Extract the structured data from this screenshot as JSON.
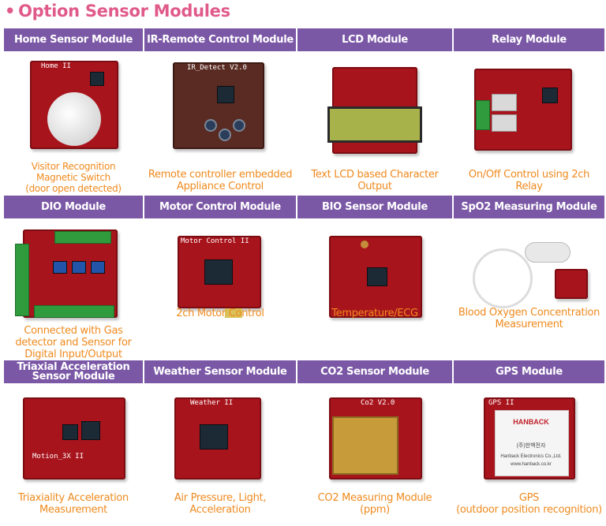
{
  "title": "Option Sensor Modules",
  "title_bullet": "•",
  "modules": [
    {
      "name": "Home Sensor Module",
      "caption": [
        "Visitor Recognition",
        "Magnetic Switch",
        "(door open detected)"
      ],
      "board_text": "Home II"
    },
    {
      "name": "IR-Remote Control Module",
      "caption": [
        "Remote controller embedded",
        "Appliance Control"
      ],
      "board_text": "IR_Detect V2.0"
    },
    {
      "name": "LCD Module",
      "caption": [
        "Text LCD based Character",
        "Output"
      ],
      "board_text": ""
    },
    {
      "name": "Relay Module",
      "caption": [
        "On/Off Control using 2ch",
        "Relay"
      ],
      "board_text": ""
    },
    {
      "name": "DIO Module",
      "caption": [
        "Connected with Gas",
        "detector and Sensor for",
        "Digital Input/Output"
      ],
      "board_text": ""
    },
    {
      "name": "Motor Control Module",
      "caption": [
        "2ch Motor Control"
      ],
      "board_text": "Motor Control II"
    },
    {
      "name": "BIO Sensor Module",
      "caption": [
        "Temperature/ECG"
      ],
      "board_text": ""
    },
    {
      "name": "SpO2 Measuring Module",
      "caption": [
        "Blood Oxygen Concentration",
        "Measurement"
      ],
      "board_text": ""
    },
    {
      "name": "Triaxial Acceleration Sensor Module",
      "name_lines": [
        "Triaxial Acceleration",
        "Sensor Module"
      ],
      "caption": [
        "Triaxiality Acceleration",
        "Measurement"
      ],
      "board_text": "Motion_3X II"
    },
    {
      "name": "Weather Sensor Module",
      "caption": [
        "Air Pressure, Light,",
        "Acceleration"
      ],
      "board_text": "Weather II"
    },
    {
      "name": "CO2 Sensor Module",
      "caption": [
        "CO2 Measuring Module",
        "(ppm)"
      ],
      "board_text": "Co2 V2.0"
    },
    {
      "name": "GPS Module",
      "caption": [
        "GPS",
        "(outdoor position recognition)"
      ],
      "board_text": "GPS II",
      "logo_text": "HANBACK",
      "logo_sub": "(주)한백전자",
      "logo_company": "Hanback Electronics Co.,Ltd.",
      "logo_url": "www.hanback.co.kr"
    }
  ],
  "colors": {
    "title": "#e05a8a",
    "header_bg": "#7b58a6",
    "caption": "#ef8a1e",
    "pcb": "#a8141c"
  }
}
